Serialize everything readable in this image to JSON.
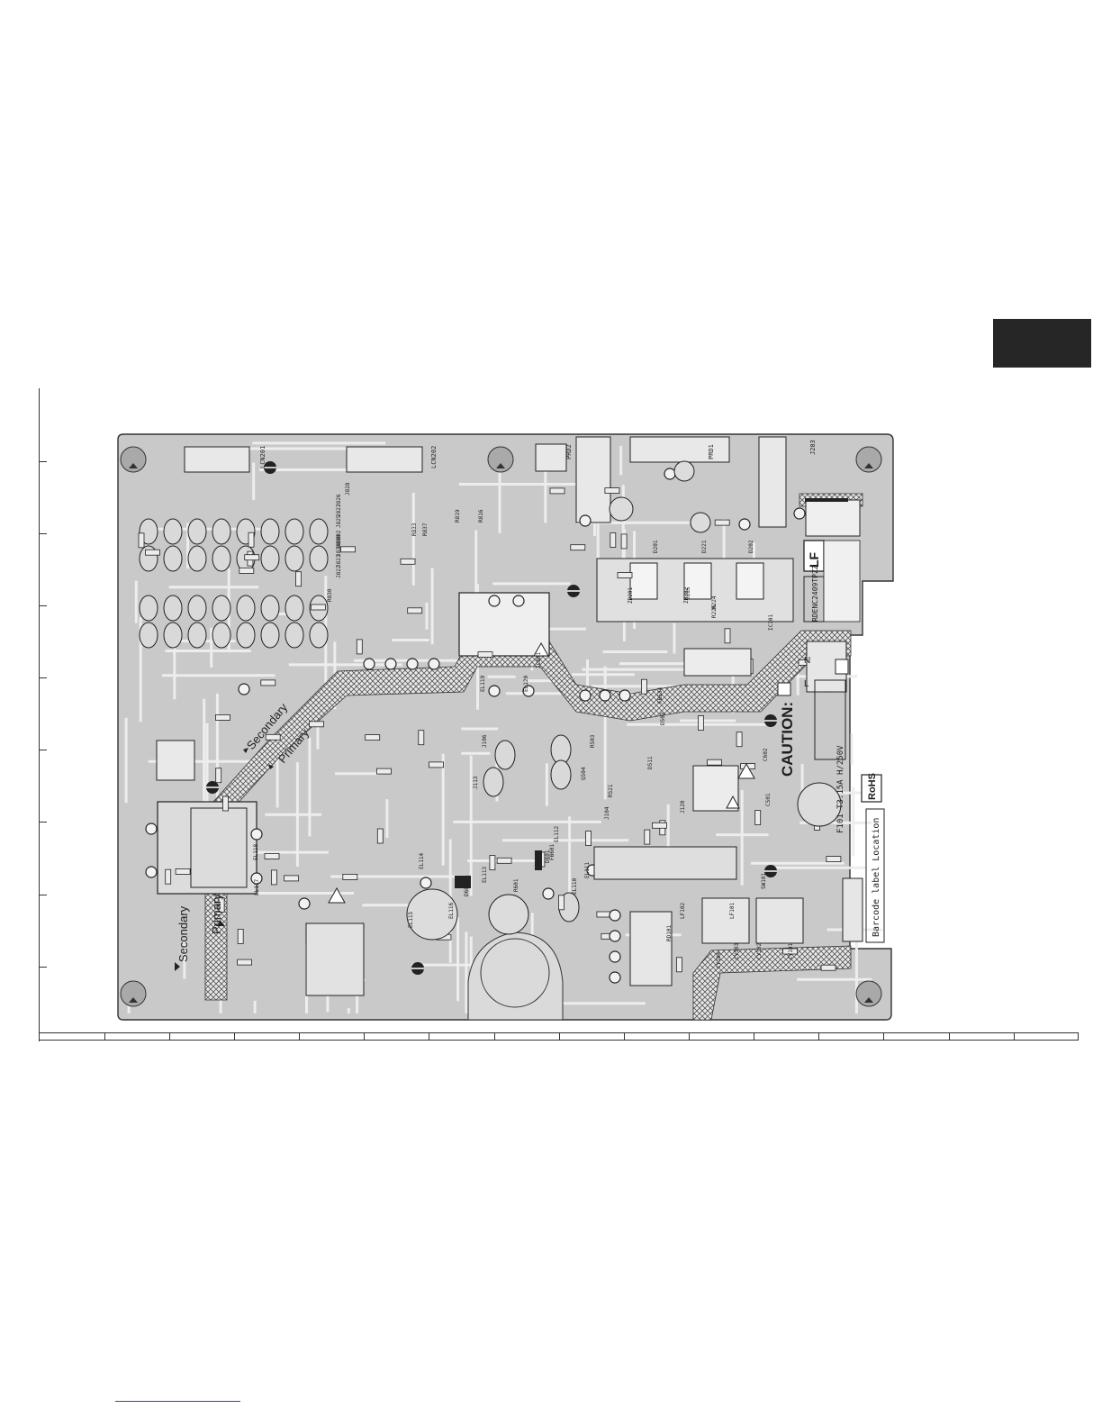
{
  "board": {
    "connector_labels": [
      "LCN201",
      "LCN202",
      "PRD2",
      "PRD1",
      "J203"
    ],
    "part_refs_top": [
      "J826",
      "J827",
      "J825",
      "J824",
      "J823",
      "J822",
      "D802",
      "D800",
      "R830",
      "R833",
      "R837",
      "R819",
      "R816",
      "J828",
      "IC801"
    ],
    "part_refs_mid": [
      "D201",
      "D221",
      "D202",
      "ZD201",
      "ZD202",
      "R224",
      "R226",
      "J205",
      "IC301",
      "D511",
      "Q504",
      "D503",
      "FB534",
      "R521",
      "R503",
      "C602",
      "C501",
      "J104",
      "J120",
      "J106",
      "J113"
    ],
    "part_refs_bottom": [
      "EL114",
      "EL113",
      "EL115",
      "EL116",
      "EL117",
      "EL118",
      "EL119",
      "EL120",
      "EL110",
      "EL111",
      "EL112",
      "D601",
      "D602",
      "FB601",
      "R601",
      "CY104",
      "CY102",
      "CY101",
      "CY103",
      "LF101",
      "LF102",
      "RD101",
      "SW101"
    ],
    "line_labels": [
      "N",
      "L"
    ],
    "secondary_label": "Secondary",
    "primary_label": "Primary",
    "caution_label": "CAUTION:",
    "fuse_label": "F101 T3.15A H/250V",
    "rohs_label": "RoHS",
    "barcode_label": "Barcode label Location",
    "pcb_id": "RDENC2409TPZZ",
    "lf_mark": "LF"
  },
  "colors": {
    "board_fill": "#c9c9c9",
    "trace": "#ececec",
    "ink": "#1e1e1e",
    "tab": "#262626",
    "link": "#1f4fb0"
  }
}
